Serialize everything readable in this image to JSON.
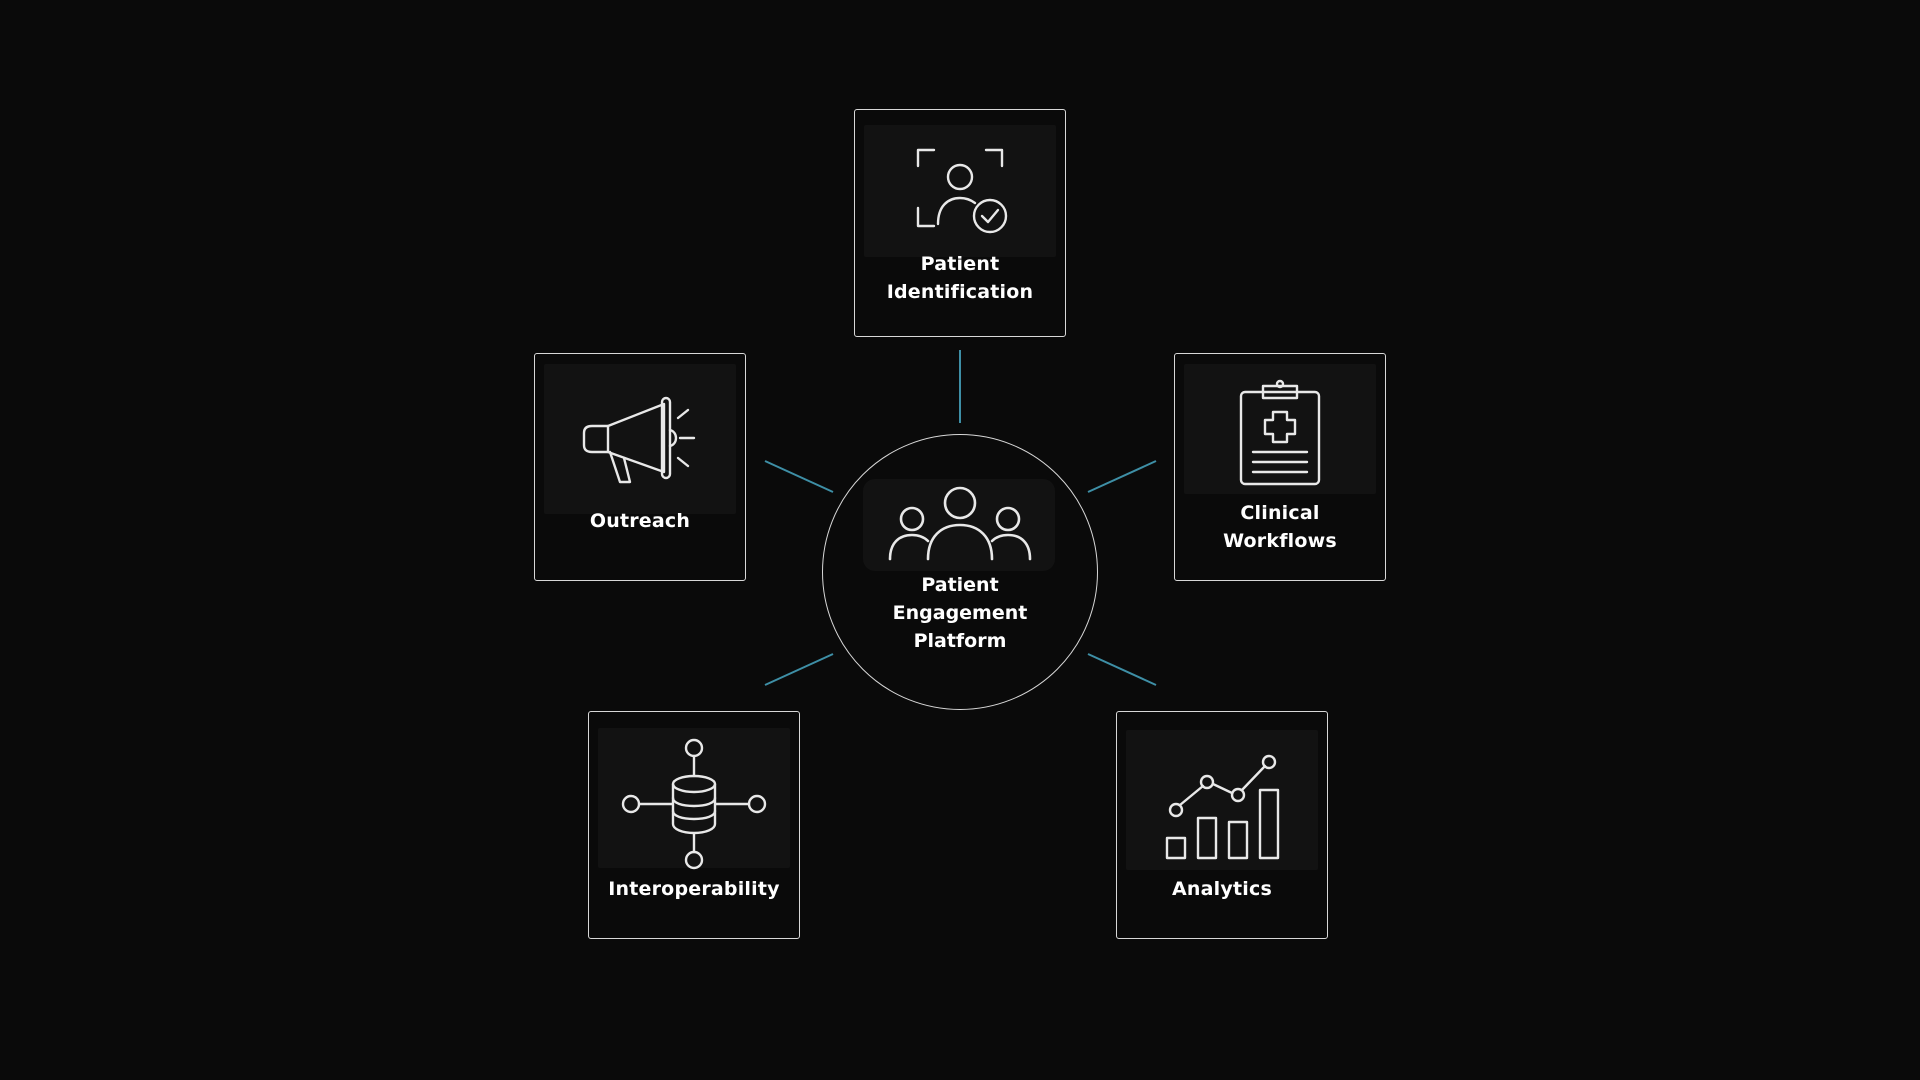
{
  "colors": {
    "background": "#0a0a0a",
    "border": "#d8d8d8",
    "connector": "#3e8fa6",
    "text": "#ffffff",
    "icon_stroke": "#e8e8e8"
  },
  "hub": {
    "label": "Patient\nEngagement\nPlatform",
    "icon": "people-group-icon"
  },
  "nodes": {
    "patient_identification": {
      "label": "Patient\nIdentification",
      "icon": "user-verified-icon"
    },
    "outreach": {
      "label": "Outreach",
      "icon": "megaphone-icon"
    },
    "clinical_workflows": {
      "label": "Clinical\nWorkflows",
      "icon": "medical-clipboard-icon"
    },
    "interoperability": {
      "label": "Interoperability",
      "icon": "database-network-icon"
    },
    "analytics": {
      "label": "Analytics",
      "icon": "bar-line-chart-icon"
    }
  }
}
